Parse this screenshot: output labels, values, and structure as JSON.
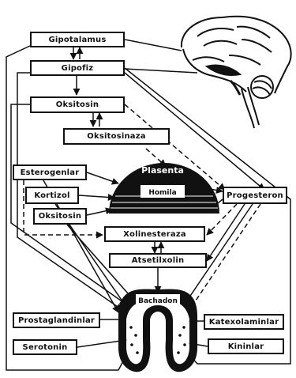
{
  "labels": {
    "gipotalamus": "Gipotalamus",
    "gipofiz": "Gipofiz",
    "oksitosin_top": "Oksitosin",
    "oksitosinaza": "Oksitosinaza",
    "esterogenlar": "Esterogenlar",
    "kortizol": "Kortizol",
    "oksitosin_mid": "Oksitosin",
    "plasenta": "Plasenta",
    "homila": "Homila",
    "progesteron": "Progesteron",
    "xolinesteraza": "Xolinesteraza",
    "atsetilxolin": "Atsetilxolin",
    "bachadon": "Bachadon",
    "prostaglandinlar": "Prostaglandinlar",
    "katexolaminlar": "Katexolaminlar",
    "serotonin": "Serotonin",
    "kininlar": "Kininlar"
  },
  "colors": {
    "ink": "#111111",
    "background": "#ffffff"
  }
}
